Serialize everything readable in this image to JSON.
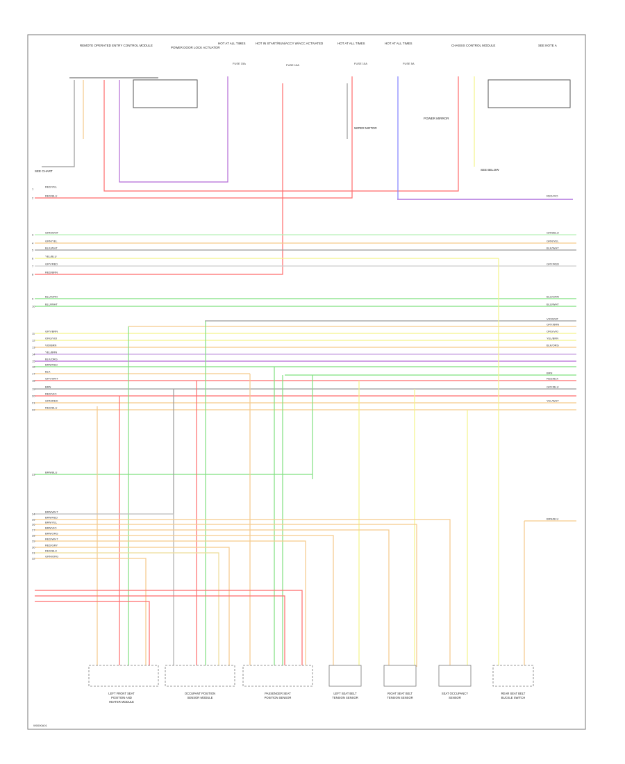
{
  "diagram": {
    "footer_code": "W0000A01",
    "top_labels": [
      "REMOTE OPERATED ENTRY CONTROL MODULE",
      "POWER DOOR LOCK ACTUATOR",
      "HOT AT ALL TIMES",
      "HOT IN START/RUN/ACCY W/ACC ACTIVATED",
      "HOT AT ALL TIMES",
      "HOT AT ALL TIMES",
      "CHASSIS CONTROL MODULE",
      "SEE NOTE A"
    ],
    "fuse_labels": [
      "FUSE 15A",
      "FUSE 10A",
      "FUSE 15A",
      "FUSE 5A"
    ],
    "splice_labels": [
      "SEE CHART",
      "WIPER MOTOR",
      "POWER MIRROR",
      "SEE BELOW"
    ],
    "left_wire_labels": [
      "RED/YEL",
      "RED/BLU",
      "GRN/WHT",
      "GRN/YEL",
      "BLK/WHT",
      "YEL/BLU",
      "GRY/RED",
      "RED/BRN",
      "BLU/GRN",
      "BLU/WHT",
      "GRY/BRN",
      "ORG/VIO",
      "VIO/BRN",
      "YEL/BRN",
      "BLK/ORG",
      "BRN/RED",
      "BLK",
      "GRY/WHT",
      "BRN",
      "RED/VIO",
      "GRN/RED",
      "RED/BLU",
      "BRN/BLU",
      "BRN/WHT",
      "BRN/RED",
      "BRN/YEL",
      "BRN/VIO",
      "BRN/ORG",
      "RED/WHT",
      "RED/GRY",
      "RED/BLK",
      "GRN/ORG"
    ],
    "right_wire_labels": [
      "RED/VIO",
      "GRN/BLU",
      "GRN/YEL",
      "BLK/WHT",
      "GRY/RED",
      "BLU/GRN",
      "BLU/WHT",
      "VIO/WHT",
      "GRY/BRN",
      "ORG/VIO",
      "YEL/BRN",
      "BLK/ORG",
      "BRN",
      "RED/BLK",
      "GRY/BLU",
      "YEL/WHT",
      "BRN/BLU"
    ],
    "bottom_components": [
      "LEFT FRONT SEAT POSITION AND HEATER MODULE",
      "OCCUPANT POSITION SENSOR MODULE",
      "PASSENGER SEAT POSITION SENSOR",
      "LEFT SEAT BELT TENSION SENSOR",
      "RIGHT SEAT BELT TENSION SENSOR",
      "SEAT OCCUPANCY SENSOR",
      "REAR SEAT BELT BUCKLE SWITCH"
    ],
    "colors": {
      "red": "#ff6b6b",
      "pink": "#ffb3b3",
      "violet": "#b36bd6",
      "green": "#7fe07f",
      "lightgreen": "#b8f0b8",
      "yellow": "#f3f38a",
      "orange": "#f5c98a",
      "gray": "#9a9a9a",
      "blue": "#8080ff",
      "black": "#333333"
    }
  }
}
